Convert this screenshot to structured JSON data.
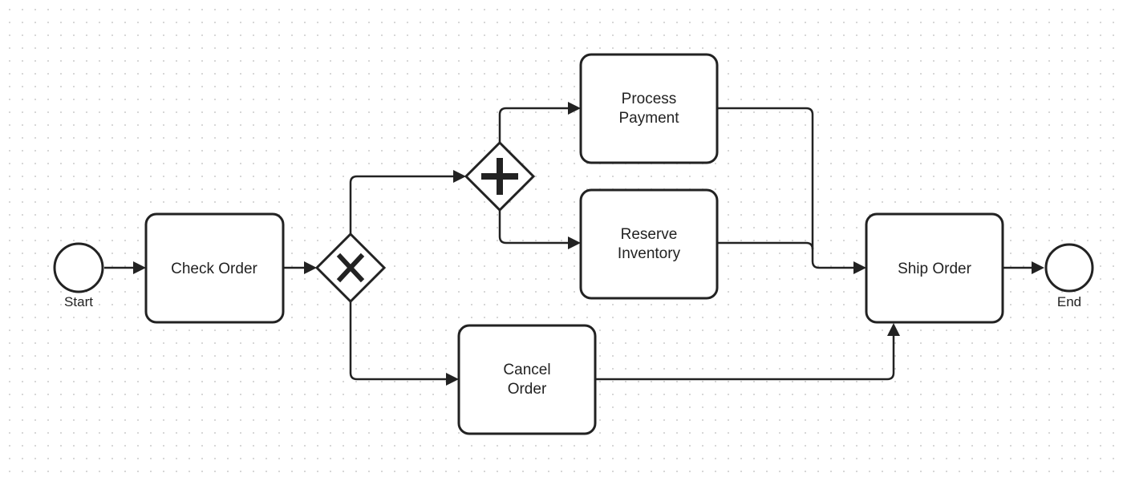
{
  "diagram": {
    "events": {
      "start": {
        "label": "Start"
      },
      "end": {
        "label": "End"
      }
    },
    "tasks": {
      "check_order": {
        "lines": [
          "Check Order"
        ]
      },
      "process_payment": {
        "lines": [
          "Process",
          "Payment"
        ]
      },
      "reserve_inventory": {
        "lines": [
          "Reserve",
          "Inventory"
        ]
      },
      "cancel_order": {
        "lines": [
          "Cancel",
          "Order"
        ]
      },
      "ship_order": {
        "lines": [
          "Ship Order"
        ]
      }
    },
    "gateways": {
      "exclusive": {
        "type": "exclusive",
        "marker_icon": "x-marker-icon"
      },
      "parallel": {
        "type": "parallel",
        "marker_icon": "plus-marker-icon"
      }
    },
    "sequence_flows": [
      {
        "from": "Start",
        "to": "Check Order"
      },
      {
        "from": "Check Order",
        "to": "exclusive gateway"
      },
      {
        "from": "exclusive gateway",
        "to": "parallel gateway"
      },
      {
        "from": "exclusive gateway",
        "to": "Cancel Order"
      },
      {
        "from": "parallel gateway",
        "to": "Process Payment"
      },
      {
        "from": "parallel gateway",
        "to": "Reserve Inventory"
      },
      {
        "from": "Process Payment",
        "to": "Ship Order"
      },
      {
        "from": "Reserve Inventory",
        "to": "Ship Order"
      },
      {
        "from": "Cancel Order",
        "to": "Ship Order"
      },
      {
        "from": "Ship Order",
        "to": "End"
      }
    ]
  }
}
